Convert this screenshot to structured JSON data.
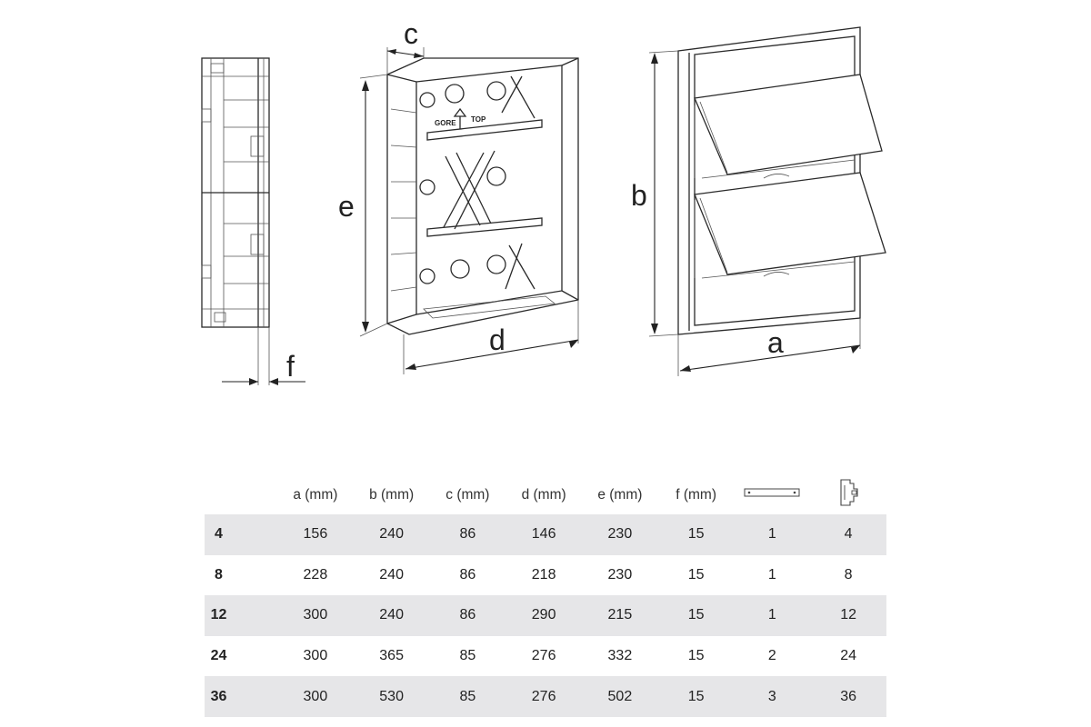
{
  "diagram": {
    "labels": {
      "a": "a",
      "b": "b",
      "c": "c",
      "d": "d",
      "e": "e",
      "f": "f"
    },
    "box_markings": {
      "gore": "GORE",
      "top": "TOP"
    }
  },
  "table": {
    "headers": [
      "",
      "a (mm)",
      "b (mm)",
      "c (mm)",
      "d (mm)",
      "e (mm)",
      "f (mm)"
    ],
    "icon_columns": [
      "rail-icon",
      "breaker-module-icon"
    ],
    "rows": [
      [
        "4",
        "156",
        "240",
        "86",
        "146",
        "230",
        "15",
        "1",
        "4"
      ],
      [
        "8",
        "228",
        "240",
        "86",
        "218",
        "230",
        "15",
        "1",
        "8"
      ],
      [
        "12",
        "300",
        "240",
        "86",
        "290",
        "215",
        "15",
        "1",
        "12"
      ],
      [
        "24",
        "300",
        "365",
        "85",
        "276",
        "332",
        "15",
        "2",
        "24"
      ],
      [
        "36",
        "300",
        "530",
        "85",
        "276",
        "502",
        "15",
        "3",
        "36"
      ]
    ]
  }
}
